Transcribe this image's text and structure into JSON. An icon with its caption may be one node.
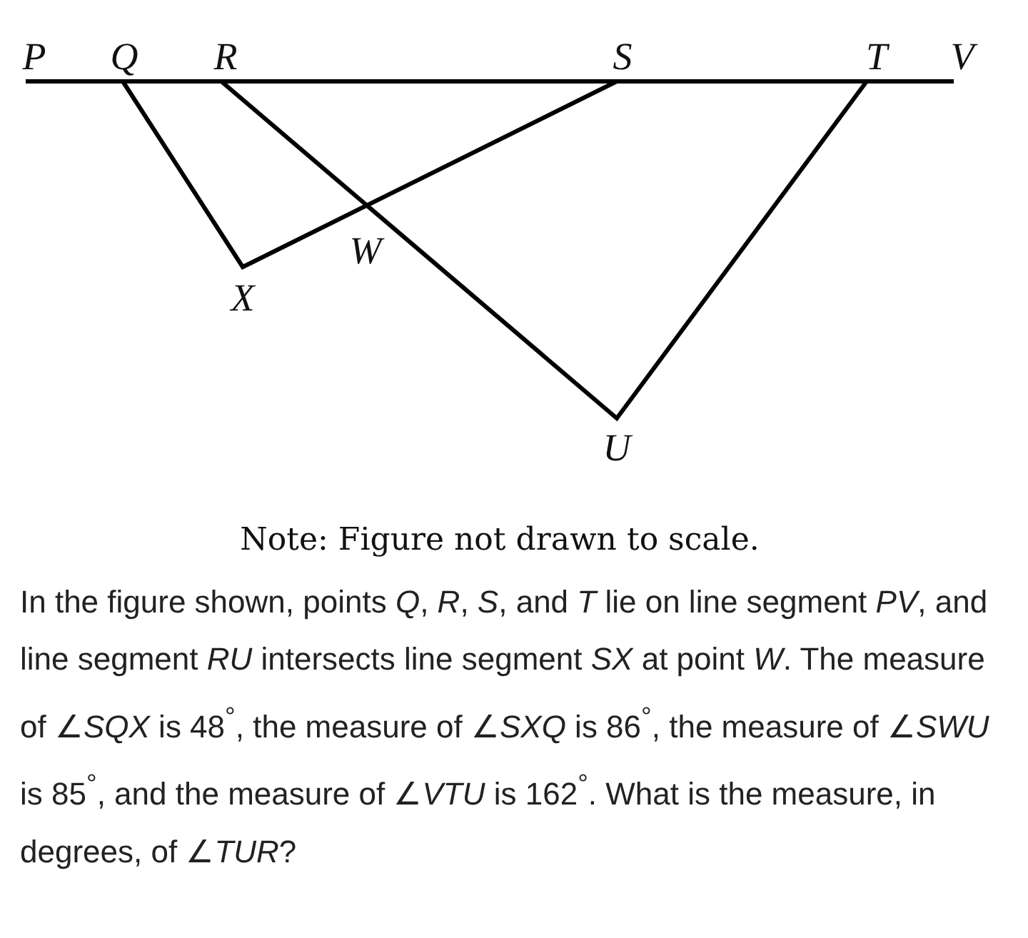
{
  "diagram": {
    "labels": [
      "P",
      "Q",
      "R",
      "S",
      "T",
      "V",
      "W",
      "X",
      "U",
      "Note: Figure not drawn to scale.",
      "In the figure shown, points *Q*, *R*, *S*, and *T* lie on line segment *PV*, and line segment *RU* intersects line segment *SX* at point *W*. The measure of ∠*SQX* is 48$^{°}$, the measure of ∠*SXQ* is 86$^{°}$, the measure of ∠*SWU* is 85$^{°}$, and the measure of ∠*VTU* is 162$^{°}$. What is the measure, in degrees, of ∠*TUR*?"
    ]
  }
}
